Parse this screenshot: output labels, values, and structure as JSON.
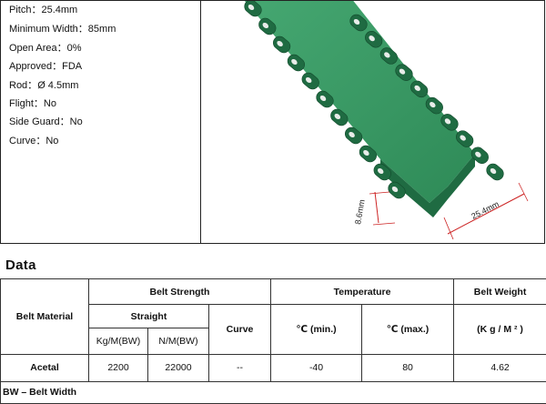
{
  "specs": [
    {
      "label": "Pitch：",
      "value": "25.4mm"
    },
    {
      "label": "Minimum Width：",
      "value": "85mm"
    },
    {
      "label": "Open Area：",
      "value": "0%"
    },
    {
      "label": "Approved：",
      "value": "FDA"
    },
    {
      "label": "Rod：",
      "value": "Ø 4.5mm"
    },
    {
      "label": "Flight：",
      "value": "No"
    },
    {
      "label": "Side Guard：",
      "value": "No"
    },
    {
      "label": "Curve：",
      "value": "No"
    }
  ],
  "figure": {
    "dim_pitch": "25.4mm",
    "dim_height": "8.6mm",
    "colors": {
      "belt": "#2e8a57",
      "belt_dark": "#1f6b42",
      "belt_light": "#46a872",
      "dimension": "#cc2222"
    }
  },
  "section_title": "Data",
  "table": {
    "belt_material_header": "Belt Material",
    "belt_strength_header": "Belt Strength",
    "temperature_header": "Temperature",
    "belt_weight_header": "Belt Weight",
    "straight_header": "Straight",
    "curve_header": "Curve",
    "kg_bw_header": "Kg/M(BW)",
    "n_bw_header": "N/M(BW)",
    "temp_min_header": "℃  (min.)",
    "temp_max_header": "℃  (max.)",
    "weight_unit_header": "(K g / M ² )",
    "rows": [
      {
        "material": "Acetal",
        "kg_bw": "2200",
        "n_bw": "22000",
        "curve": "--",
        "temp_min": "-40",
        "temp_max": "80",
        "weight": "4.62"
      }
    ],
    "footnote": "BW – Belt Width"
  }
}
